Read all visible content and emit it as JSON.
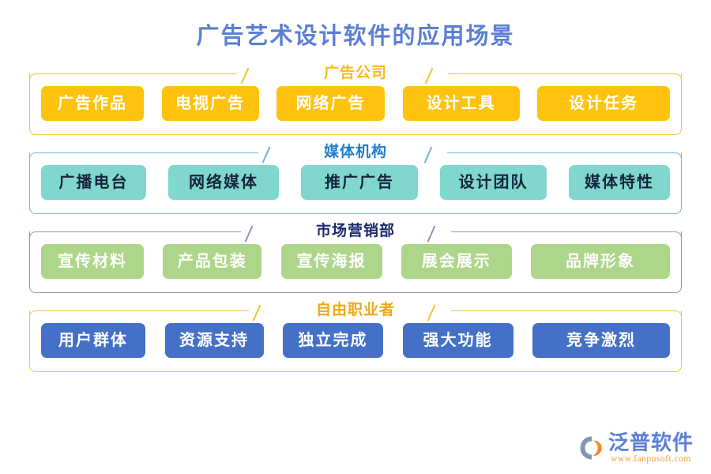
{
  "page": {
    "title": "广告艺术设计软件的应用场景",
    "title_color": "#5b7fd4",
    "background": "#ffffff"
  },
  "sections": [
    {
      "id": "advertising-company",
      "title": "广告公司",
      "title_color": "#fbb917",
      "border_color": "#fbc02d",
      "chip_bg": "#ffc20e",
      "chip_text_color": "#ffffff",
      "chips": [
        {
          "label": "广告作品"
        },
        {
          "label": "电视广告"
        },
        {
          "label": "网络广告"
        },
        {
          "label": "设计工具"
        },
        {
          "label": "设计任务"
        }
      ]
    },
    {
      "id": "media-organization",
      "title": "媒体机构",
      "title_color": "#1f7ed0",
      "border_color": "#74b3e0",
      "chip_bg": "#7fd7cd",
      "chip_text_color": "#16233f",
      "chips": [
        {
          "label": "广播电台"
        },
        {
          "label": "网络媒体"
        },
        {
          "label": "推广广告"
        },
        {
          "label": "设计团队"
        },
        {
          "label": "媒体特性"
        }
      ]
    },
    {
      "id": "marketing-department",
      "title": "市场营销部",
      "title_color": "#1a2a6b",
      "border_color": "#8e8fc4",
      "chip_bg": "#aed68b",
      "chip_text_color": "#ffffff",
      "chips": [
        {
          "label": "宣传材料"
        },
        {
          "label": "产品包装"
        },
        {
          "label": "宣传海报"
        },
        {
          "label": "展会展示"
        },
        {
          "label": "品牌形象"
        }
      ]
    },
    {
      "id": "freelancer",
      "title": "自由职业者",
      "title_color": "#f0a818",
      "border_color": "#f4c430",
      "chip_bg": "#4470c8",
      "chip_text_color": "#ffffff",
      "chips": [
        {
          "label": "用户群体"
        },
        {
          "label": "资源支持"
        },
        {
          "label": "独立完成"
        },
        {
          "label": "强大功能"
        },
        {
          "label": "竞争激烈"
        }
      ]
    }
  ],
  "logo": {
    "icon": "fanpu-swoosh-icon",
    "name": "泛普软件",
    "url": "www.fanpusoft.com",
    "name_color": "#5b7fd4",
    "url_color": "#f0a030"
  }
}
